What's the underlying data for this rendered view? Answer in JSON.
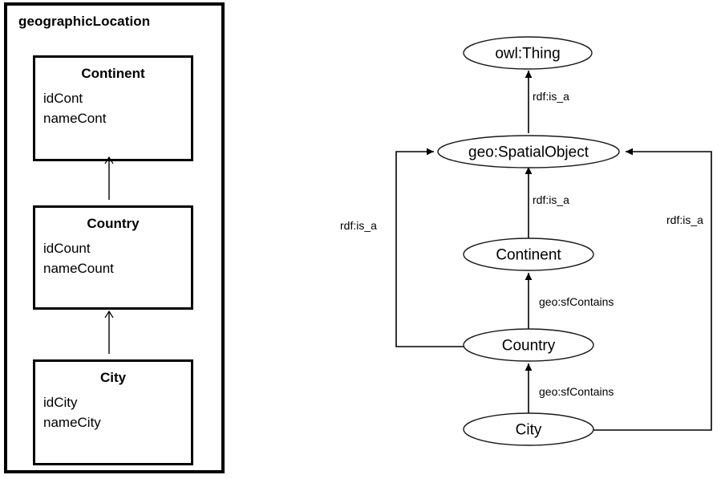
{
  "left_panel": {
    "package_title": "geographicLocation",
    "entities": [
      {
        "name": "Continent",
        "attributes": [
          "idCont",
          "nameCont"
        ]
      },
      {
        "name": "Country",
        "attributes": [
          "idCount",
          "nameCount"
        ]
      },
      {
        "name": "City",
        "attributes": [
          "idCity",
          "nameCity"
        ]
      }
    ]
  },
  "right_panel": {
    "nodes": [
      {
        "id": "owlthing",
        "label": "owl:Thing"
      },
      {
        "id": "spatial",
        "label": "geo:SpatialObject"
      },
      {
        "id": "continent",
        "label": "Continent"
      },
      {
        "id": "country",
        "label": "Country"
      },
      {
        "id": "city",
        "label": "City"
      }
    ],
    "edges": [
      {
        "from": "spatial",
        "to": "owlthing",
        "label": "rdf:is_a"
      },
      {
        "from": "continent",
        "to": "spatial",
        "label": "rdf:is_a"
      },
      {
        "from": "country",
        "to": "spatial",
        "label": "rdf:is_a"
      },
      {
        "from": "city",
        "to": "spatial",
        "label": "rdf:is_a"
      },
      {
        "from": "country",
        "to": "continent",
        "label": "geo:sfContains"
      },
      {
        "from": "city",
        "to": "country",
        "label": "geo:sfContains"
      }
    ],
    "edge_labels": {
      "spatial_to_thing": "rdf:is_a",
      "continent_to_spatial": "rdf:is_a",
      "country_to_spatial": "rdf:is_a",
      "city_to_spatial": "rdf:is_a",
      "country_to_continent": "geo:sfContains",
      "city_to_country": "geo:sfContains"
    }
  },
  "colors": {
    "stroke": "#000000",
    "background": "#ffffff",
    "ellipse_stroke": "#1a1a1a"
  }
}
